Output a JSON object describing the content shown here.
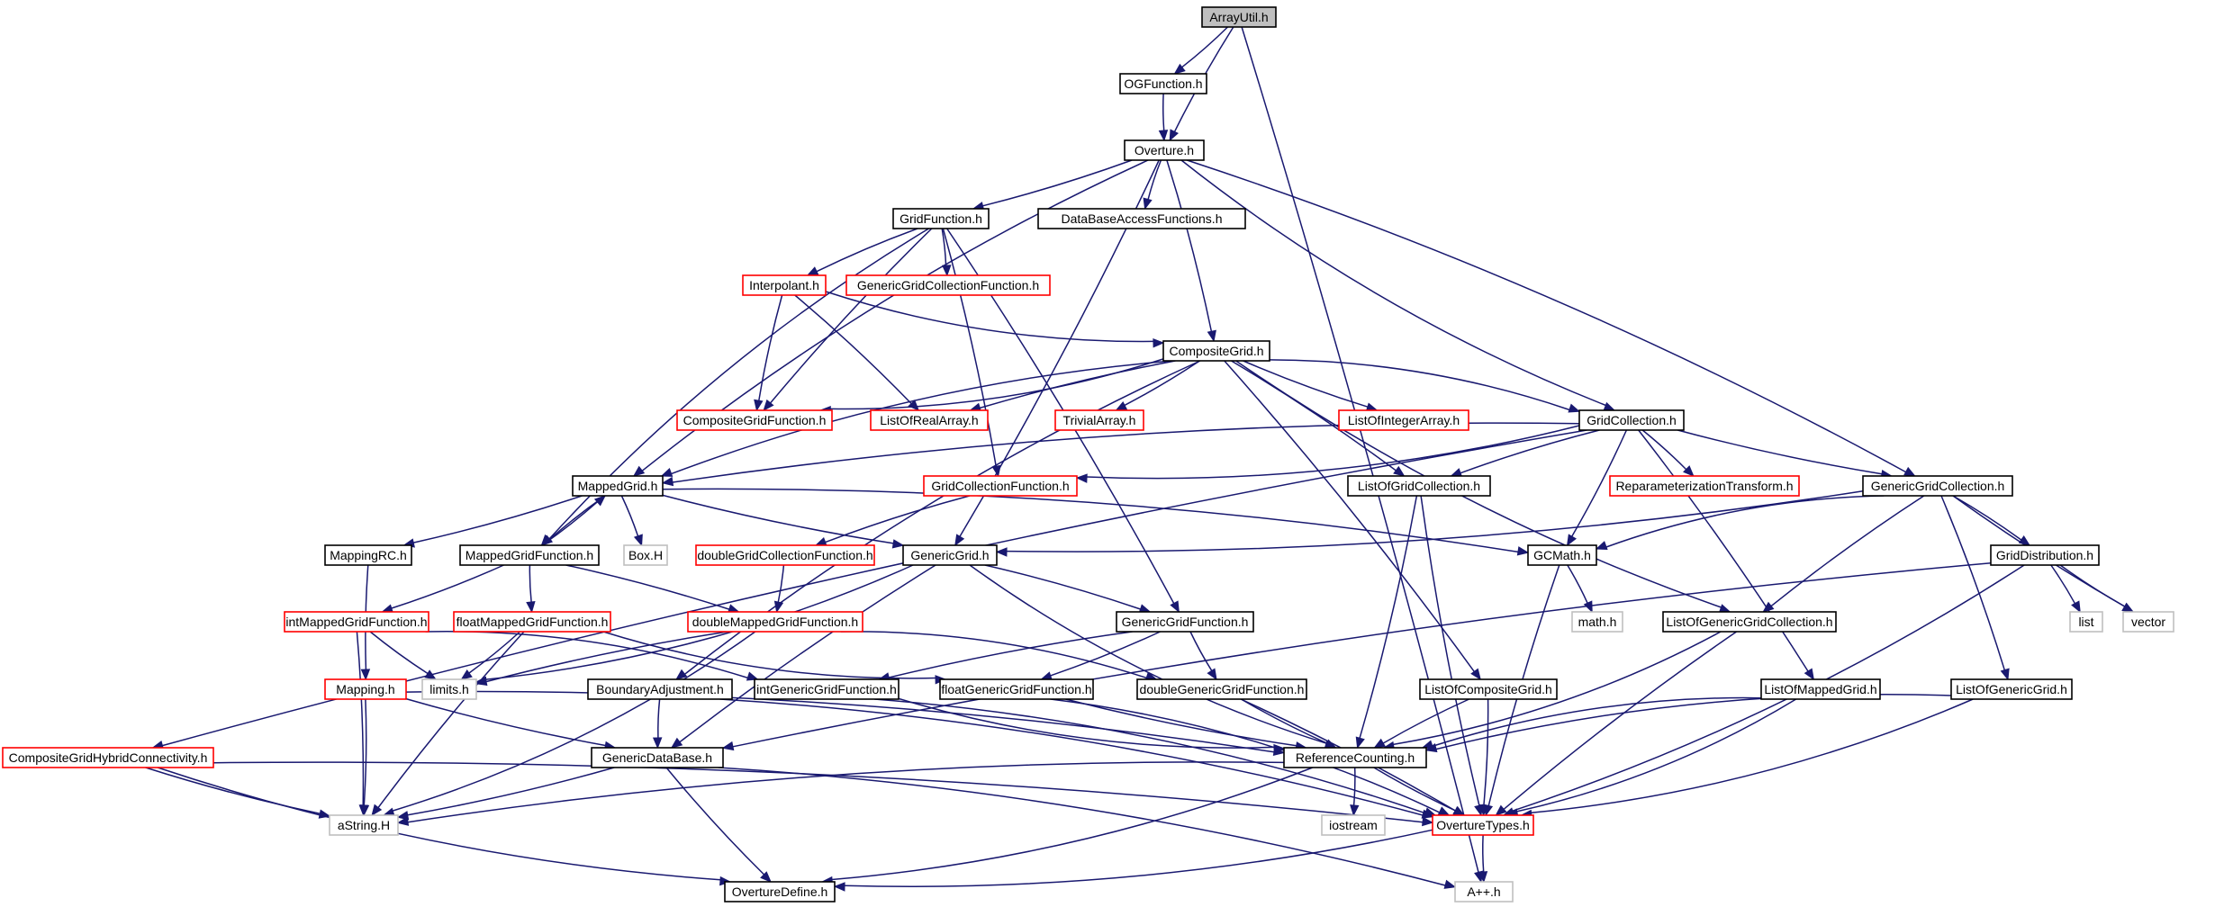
{
  "graph": {
    "colors": {
      "edge": "#191970",
      "border_normal": "#000000",
      "border_red": "#ff0000",
      "border_gray": "#bfbfbf",
      "fill_root": "#bfbfbf",
      "fill_default": "#ffffff"
    },
    "nodes": [
      {
        "id": "arrayutil",
        "label": "ArrayUtil.h",
        "style": "root"
      },
      {
        "id": "ogfunction",
        "label": "OGFunction.h",
        "style": "normal"
      },
      {
        "id": "overture",
        "label": "Overture.h",
        "style": "normal"
      },
      {
        "id": "gridfunction",
        "label": "GridFunction.h",
        "style": "normal"
      },
      {
        "id": "dbaccess",
        "label": "DataBaseAccessFunctions.h",
        "style": "normal"
      },
      {
        "id": "interpolant",
        "label": "Interpolant.h",
        "style": "red"
      },
      {
        "id": "ggcfunction",
        "label": "GenericGridCollectionFunction.h",
        "style": "red"
      },
      {
        "id": "compositegrid",
        "label": "CompositeGrid.h",
        "style": "normal"
      },
      {
        "id": "cgfunction",
        "label": "CompositeGridFunction.h",
        "style": "red"
      },
      {
        "id": "listofrealarray",
        "label": "ListOfRealArray.h",
        "style": "red"
      },
      {
        "id": "trivialarray",
        "label": "TrivialArray.h",
        "style": "red"
      },
      {
        "id": "listofintegerarray",
        "label": "ListOfIntegerArray.h",
        "style": "red"
      },
      {
        "id": "gridcollection",
        "label": "GridCollection.h",
        "style": "normal"
      },
      {
        "id": "mappedgrid",
        "label": "MappedGrid.h",
        "style": "normal"
      },
      {
        "id": "gcfunction",
        "label": "GridCollectionFunction.h",
        "style": "red"
      },
      {
        "id": "listofgridcollection",
        "label": "ListOfGridCollection.h",
        "style": "normal"
      },
      {
        "id": "reparam",
        "label": "ReparameterizationTransform.h",
        "style": "red"
      },
      {
        "id": "genericgridcollection",
        "label": "GenericGridCollection.h",
        "style": "normal"
      },
      {
        "id": "mappingrc",
        "label": "MappingRC.h",
        "style": "normal"
      },
      {
        "id": "mappedgridfunction",
        "label": "MappedGridFunction.h",
        "style": "normal"
      },
      {
        "id": "boxh",
        "label": "Box.H",
        "style": "gray"
      },
      {
        "id": "doublegcf",
        "label": "doubleGridCollectionFunction.h",
        "style": "red"
      },
      {
        "id": "genericgrid",
        "label": "GenericGrid.h",
        "style": "normal"
      },
      {
        "id": "gcmath",
        "label": "GCMath.h",
        "style": "normal"
      },
      {
        "id": "griddistribution",
        "label": "GridDistribution.h",
        "style": "normal"
      },
      {
        "id": "intmgf",
        "label": "intMappedGridFunction.h",
        "style": "red"
      },
      {
        "id": "floatmgf",
        "label": "floatMappedGridFunction.h",
        "style": "red"
      },
      {
        "id": "doublemgf",
        "label": "doubleMappedGridFunction.h",
        "style": "red"
      },
      {
        "id": "genericgridfunction",
        "label": "GenericGridFunction.h",
        "style": "normal"
      },
      {
        "id": "mathh",
        "label": "math.h",
        "style": "gray"
      },
      {
        "id": "listofggc",
        "label": "ListOfGenericGridCollection.h",
        "style": "normal"
      },
      {
        "id": "list",
        "label": "list",
        "style": "gray"
      },
      {
        "id": "vector",
        "label": "vector",
        "style": "gray"
      },
      {
        "id": "mapping",
        "label": "Mapping.h",
        "style": "red"
      },
      {
        "id": "limits",
        "label": "limits.h",
        "style": "gray"
      },
      {
        "id": "boundaryadj",
        "label": "BoundaryAdjustment.h",
        "style": "normal"
      },
      {
        "id": "intggf",
        "label": "intGenericGridFunction.h",
        "style": "normal"
      },
      {
        "id": "floatggf",
        "label": "floatGenericGridFunction.h",
        "style": "normal"
      },
      {
        "id": "doubleggf",
        "label": "doubleGenericGridFunction.h",
        "style": "normal"
      },
      {
        "id": "listofcompositegrid",
        "label": "ListOfCompositeGrid.h",
        "style": "normal"
      },
      {
        "id": "listofmappedgrid",
        "label": "ListOfMappedGrid.h",
        "style": "normal"
      },
      {
        "id": "listofgenericgrid",
        "label": "ListOfGenericGrid.h",
        "style": "normal"
      },
      {
        "id": "cghybrid",
        "label": "CompositeGridHybridConnectivity.h",
        "style": "red"
      },
      {
        "id": "genericdatabase",
        "label": "GenericDataBase.h",
        "style": "normal"
      },
      {
        "id": "refcounting",
        "label": "ReferenceCounting.h",
        "style": "normal"
      },
      {
        "id": "astring",
        "label": "aString.H",
        "style": "gray"
      },
      {
        "id": "iostream",
        "label": "iostream",
        "style": "gray"
      },
      {
        "id": "overturetypes",
        "label": "OvertureTypes.h",
        "style": "red"
      },
      {
        "id": "overturedefine",
        "label": "OvertureDefine.h",
        "style": "normal"
      },
      {
        "id": "appp",
        "label": "A++.h",
        "style": "gray"
      }
    ],
    "edges": [
      [
        "arrayutil",
        "ogfunction"
      ],
      [
        "arrayutil",
        "overture"
      ],
      [
        "arrayutil",
        "appp"
      ],
      [
        "ogfunction",
        "overture"
      ],
      [
        "overture",
        "gridfunction"
      ],
      [
        "overture",
        "dbaccess"
      ],
      [
        "overture",
        "compositegrid"
      ],
      [
        "overture",
        "mappedgrid"
      ],
      [
        "overture",
        "genericgrid"
      ],
      [
        "overture",
        "gridcollection"
      ],
      [
        "overture",
        "genericgridcollection"
      ],
      [
        "gridfunction",
        "interpolant"
      ],
      [
        "gridfunction",
        "ggcfunction"
      ],
      [
        "gridfunction",
        "cgfunction"
      ],
      [
        "gridfunction",
        "gcfunction"
      ],
      [
        "gridfunction",
        "mappedgridfunction"
      ],
      [
        "gridfunction",
        "genericgridfunction"
      ],
      [
        "interpolant",
        "cgfunction"
      ],
      [
        "interpolant",
        "listofrealarray"
      ],
      [
        "interpolant",
        "compositegrid"
      ],
      [
        "compositegrid",
        "cgfunction"
      ],
      [
        "compositegrid",
        "listofrealarray"
      ],
      [
        "compositegrid",
        "trivialarray"
      ],
      [
        "compositegrid",
        "listofintegerarray"
      ],
      [
        "compositegrid",
        "gridcollection"
      ],
      [
        "compositegrid",
        "mappedgrid"
      ],
      [
        "compositegrid",
        "listofgridcollection"
      ],
      [
        "compositegrid",
        "boundaryadj"
      ],
      [
        "compositegrid",
        "listofcompositegrid"
      ],
      [
        "compositegrid",
        "listofggc"
      ],
      [
        "gridcollection",
        "gcfunction"
      ],
      [
        "gridcollection",
        "listofgridcollection"
      ],
      [
        "gridcollection",
        "reparam"
      ],
      [
        "gridcollection",
        "genericgridcollection"
      ],
      [
        "gridcollection",
        "gcmath"
      ],
      [
        "gridcollection",
        "mappedgrid"
      ],
      [
        "gridcollection",
        "listofmappedgrid"
      ],
      [
        "gridcollection",
        "cghybrid"
      ],
      [
        "mappedgrid",
        "mappingrc"
      ],
      [
        "mappedgrid",
        "mappedgridfunction"
      ],
      [
        "mappedgrid",
        "boxh"
      ],
      [
        "mappedgrid",
        "genericgrid"
      ],
      [
        "mappedgrid",
        "gcmath"
      ],
      [
        "mappedgridfunction",
        "mappedgrid"
      ],
      [
        "mappedgridfunction",
        "intmgf"
      ],
      [
        "mappedgridfunction",
        "floatmgf"
      ],
      [
        "mappedgridfunction",
        "doublemgf"
      ],
      [
        "gcfunction",
        "doublegcf"
      ],
      [
        "doublegcf",
        "doublemgf"
      ],
      [
        "mappingrc",
        "mapping"
      ],
      [
        "genericgridcollection",
        "genericgrid"
      ],
      [
        "genericgridcollection",
        "gcmath"
      ],
      [
        "genericgridcollection",
        "griddistribution"
      ],
      [
        "genericgridcollection",
        "listofggc"
      ],
      [
        "genericgridcollection",
        "listofgenericgrid"
      ],
      [
        "genericgridcollection",
        "vector"
      ],
      [
        "genericgrid",
        "genericgridfunction"
      ],
      [
        "genericgrid",
        "refcounting"
      ],
      [
        "genericgrid",
        "limits"
      ],
      [
        "genericgrid",
        "genericdatabase"
      ],
      [
        "gcmath",
        "mathh"
      ],
      [
        "gcmath",
        "overturetypes"
      ],
      [
        "griddistribution",
        "list"
      ],
      [
        "griddistribution",
        "vector"
      ],
      [
        "griddistribution",
        "overturetypes"
      ],
      [
        "griddistribution",
        "genericdatabase"
      ],
      [
        "listofgridcollection",
        "refcounting"
      ],
      [
        "listofgridcollection",
        "overturetypes"
      ],
      [
        "listofggc",
        "refcounting"
      ],
      [
        "listofggc",
        "overturetypes"
      ],
      [
        "intmgf",
        "intggf"
      ],
      [
        "intmgf",
        "limits"
      ],
      [
        "intmgf",
        "astring"
      ],
      [
        "floatmgf",
        "floatggf"
      ],
      [
        "floatmgf",
        "limits"
      ],
      [
        "floatmgf",
        "astring"
      ],
      [
        "doublemgf",
        "doubleggf"
      ],
      [
        "doublemgf",
        "limits"
      ],
      [
        "doublemgf",
        "astring"
      ],
      [
        "genericgridfunction",
        "intggf"
      ],
      [
        "genericgridfunction",
        "floatggf"
      ],
      [
        "genericgridfunction",
        "doubleggf"
      ],
      [
        "mapping",
        "astring"
      ],
      [
        "mapping",
        "genericdatabase"
      ],
      [
        "mapping",
        "refcounting"
      ],
      [
        "boundaryadj",
        "genericdatabase"
      ],
      [
        "boundaryadj",
        "overturetypes"
      ],
      [
        "intggf",
        "refcounting"
      ],
      [
        "intggf",
        "overturetypes"
      ],
      [
        "floatggf",
        "refcounting"
      ],
      [
        "floatggf",
        "overturetypes"
      ],
      [
        "doubleggf",
        "refcounting"
      ],
      [
        "doubleggf",
        "overturetypes"
      ],
      [
        "listofcompositegrid",
        "refcounting"
      ],
      [
        "listofcompositegrid",
        "overturetypes"
      ],
      [
        "listofmappedgrid",
        "refcounting"
      ],
      [
        "listofmappedgrid",
        "overturetypes"
      ],
      [
        "listofgenericgrid",
        "refcounting"
      ],
      [
        "listofgenericgrid",
        "overturetypes"
      ],
      [
        "cghybrid",
        "astring"
      ],
      [
        "cghybrid",
        "overturetypes"
      ],
      [
        "cghybrid",
        "overturedefine"
      ],
      [
        "genericdatabase",
        "astring"
      ],
      [
        "genericdatabase",
        "overturedefine"
      ],
      [
        "genericdatabase",
        "appp"
      ],
      [
        "refcounting",
        "astring"
      ],
      [
        "refcounting",
        "iostream"
      ],
      [
        "refcounting",
        "overturetypes"
      ],
      [
        "refcounting",
        "overturedefine"
      ],
      [
        "overturetypes",
        "appp"
      ],
      [
        "overturetypes",
        "overturedefine"
      ]
    ]
  }
}
